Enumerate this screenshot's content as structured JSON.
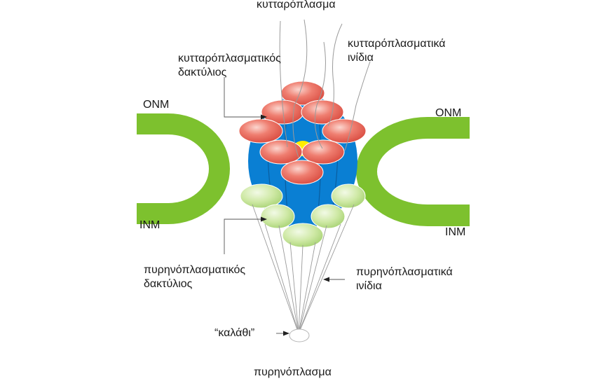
{
  "labels": {
    "cytoplasm": "κυτταρόπλασμα",
    "cytoplasmic_ring": [
      "κυτταρόπλασματικός",
      "δακτύλιος"
    ],
    "cytoplasmic_fibrils": [
      "κυτταρόπλασματικά",
      "ινίδια"
    ],
    "onm_left": "ONM",
    "onm_right": "ONM",
    "inm_left": "INM",
    "inm_right": "INM",
    "nucleoplasmic_ring": [
      "πυρηνόπλασματικός",
      "δακτύλιος"
    ],
    "nucleoplasmic_fibrils": [
      "πυρηνόπλασματικά",
      "ινίδια"
    ],
    "basket": "“καλάθι”",
    "nucleoplasm": "πυρηνόπλασμα"
  },
  "colors": {
    "membrane": "#7dc12e",
    "scaffold": "#0a7fd3",
    "cytoplasmic_subunit": "#e9625a",
    "nucleoplasmic_subunit": "#c5e49a",
    "central_plug": "#ffee00",
    "fibril_line": "#9a9a9a"
  }
}
